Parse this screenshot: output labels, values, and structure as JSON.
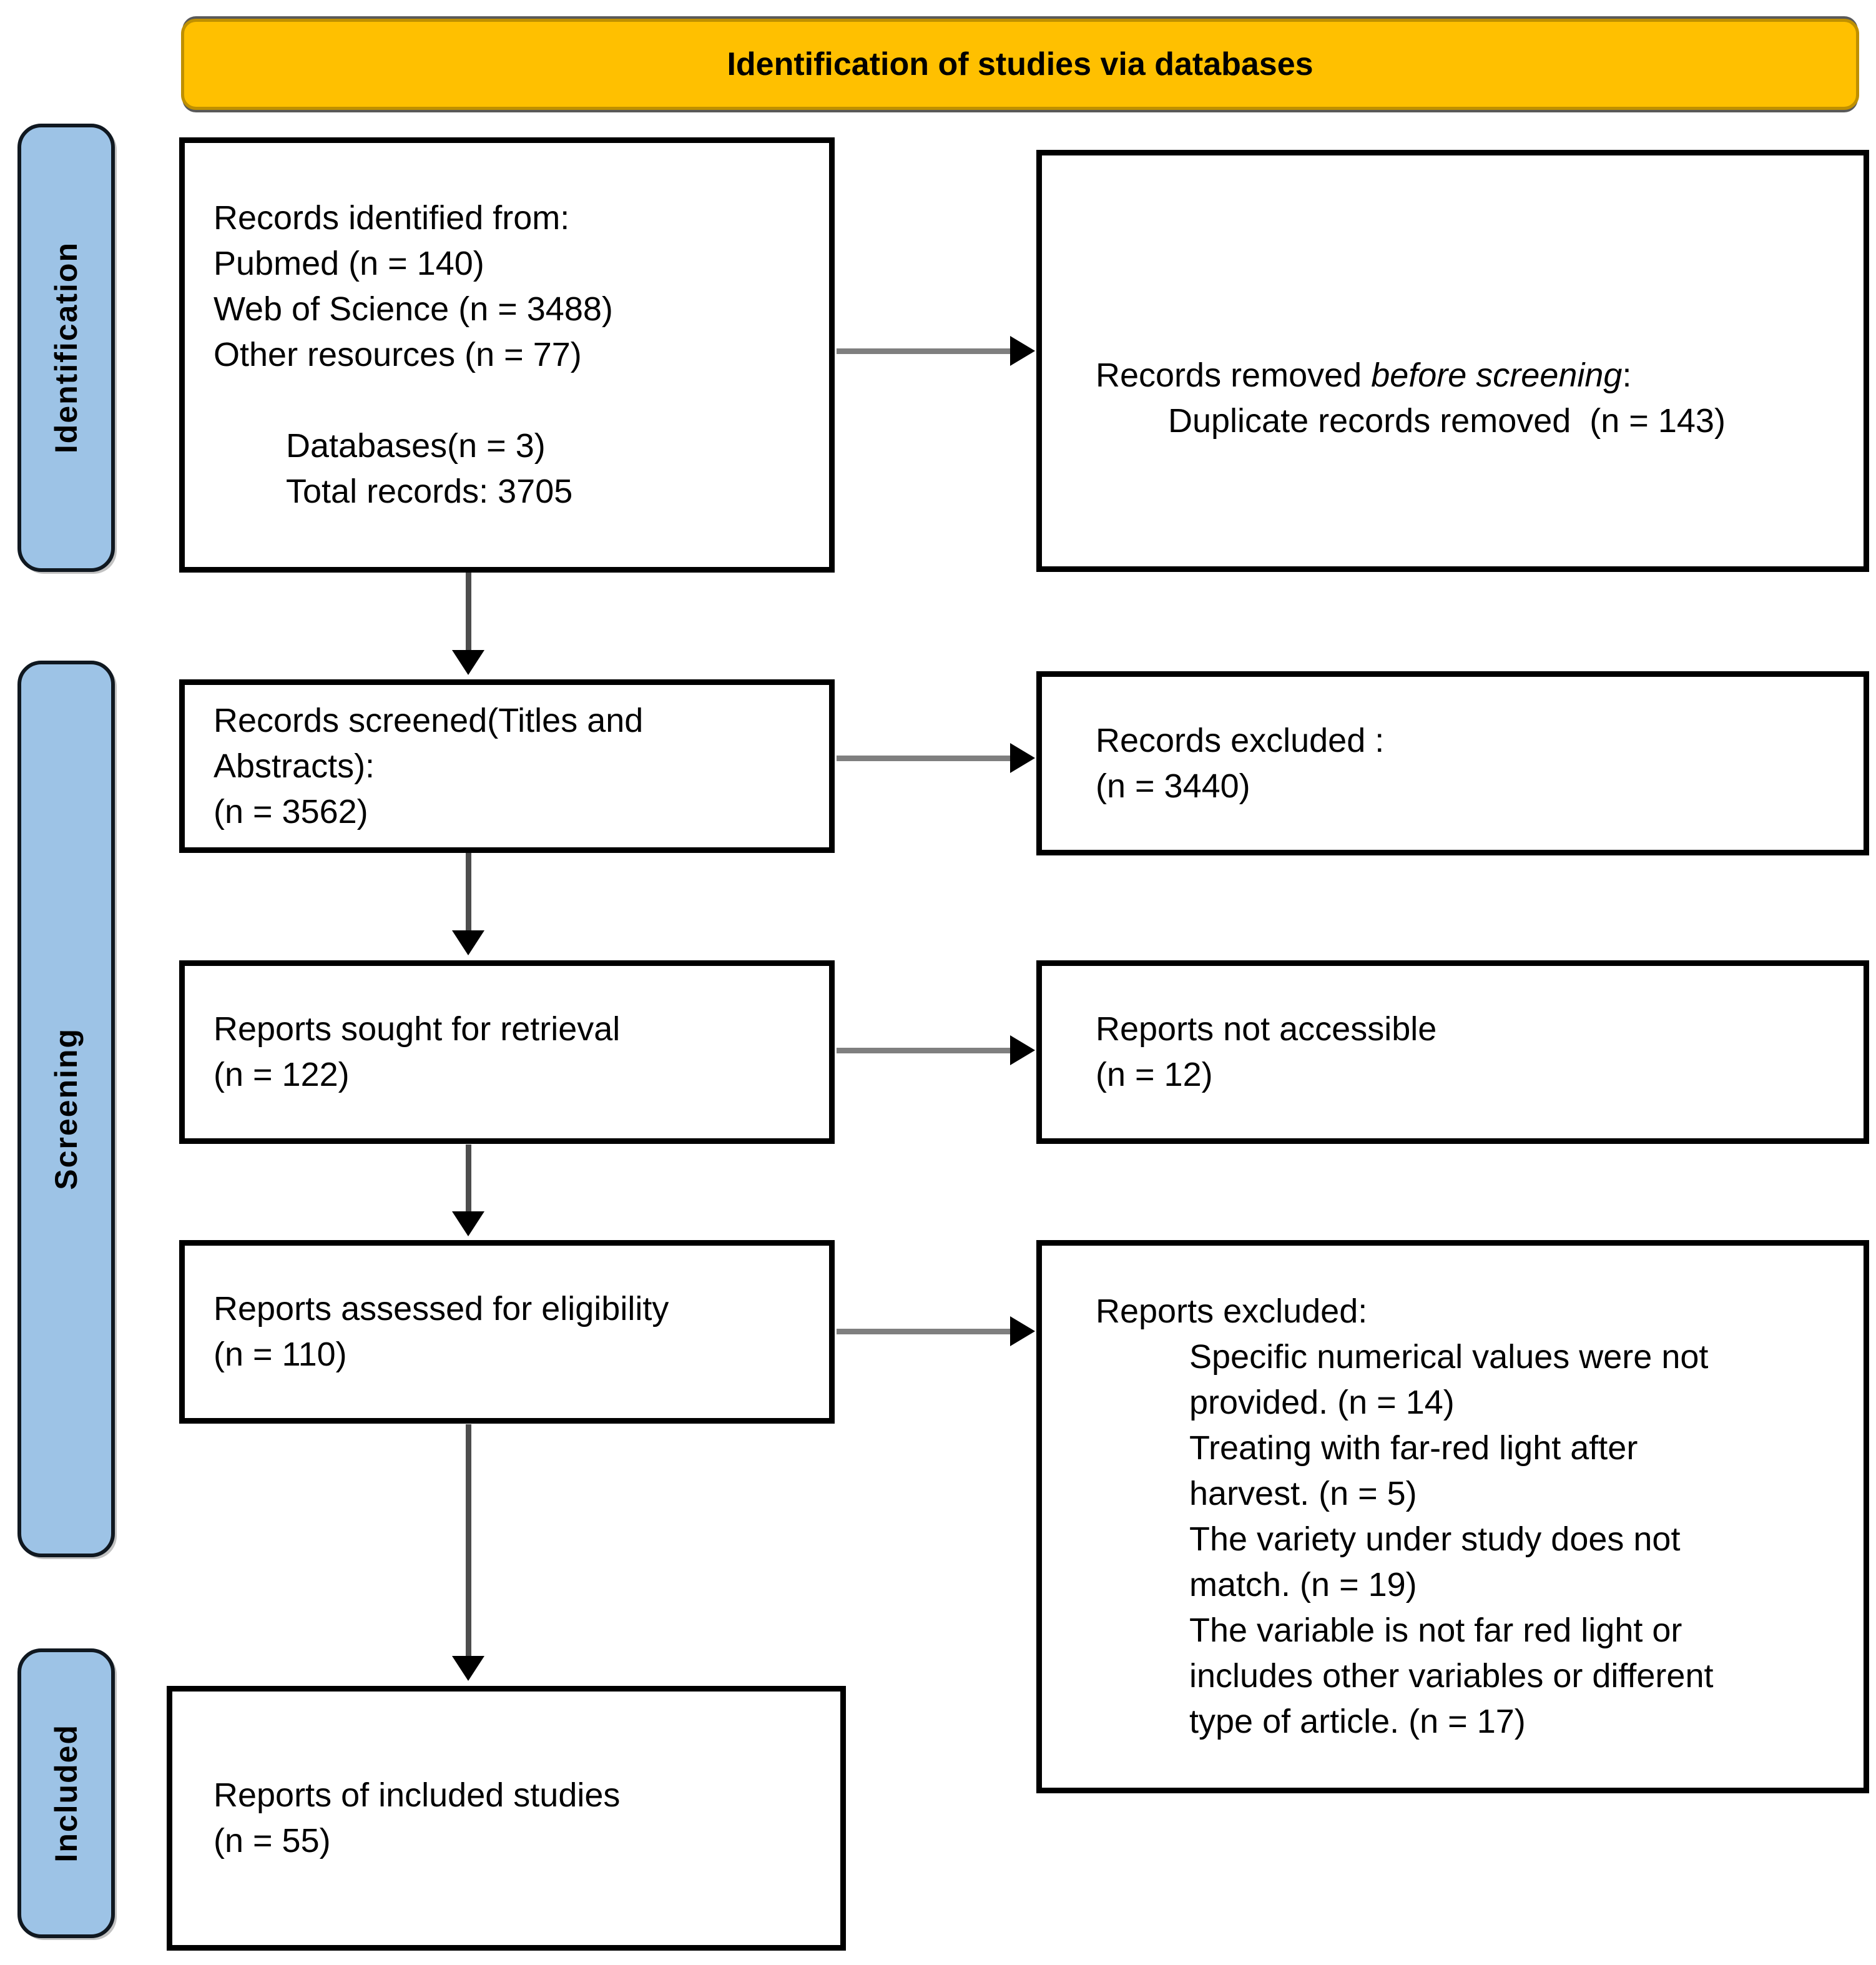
{
  "header": {
    "title": "Identification of studies via databases"
  },
  "stages": {
    "identification": "Identification",
    "screening": "Screening",
    "included": "Included"
  },
  "boxes": {
    "records_identified": {
      "lines": [
        "Records identified from:",
        "Pubmed (n = 140)",
        "Web of Science (n = 3488)",
        "Other resources (n = 77)",
        "Databases(n = 3)",
        "Total records: 3705"
      ]
    },
    "records_removed": {
      "prefix": "Records removed ",
      "italic": "before screening",
      "suffix": ":",
      "detail": "Duplicate records removed  (n = 143)"
    },
    "records_screened": {
      "lines": [
        "Records screened(Titles and",
        "Abstracts):",
        "(n = 3562)"
      ]
    },
    "records_excluded": {
      "lines": [
        "Records excluded :",
        "(n = 3440)"
      ]
    },
    "reports_sought": {
      "lines": [
        "Reports sought for retrieval",
        "(n = 122)"
      ]
    },
    "reports_not_accessible": {
      "lines": [
        "Reports not accessible",
        "(n = 12)"
      ]
    },
    "reports_assessed": {
      "lines": [
        "Reports assessed for eligibility",
        "(n = 110)"
      ]
    },
    "reports_excluded": {
      "title": "Reports excluded:",
      "reason_lines": [
        "Specific numerical values were not",
        "provided. (n = 14)",
        "Treating with far-red light after",
        "harvest. (n = 5)",
        "The variety under study does not",
        "match. (n = 19)",
        "The variable is not far red light or",
        "includes other variables or different",
        "type of article. (n = 17)"
      ]
    },
    "reports_included": {
      "lines": [
        "Reports of included studies",
        "(n = 55)"
      ]
    }
  },
  "colors": {
    "header_fill": "#FFC000",
    "header_border": "#BF9000",
    "stage_fill": "#9DC3E6",
    "box_border": "#000000",
    "arrow_shaft_h": "#7F7F7F",
    "arrow_shaft_v": "#4D4D4D",
    "arrow_head": "#000000",
    "text": "#000000"
  }
}
